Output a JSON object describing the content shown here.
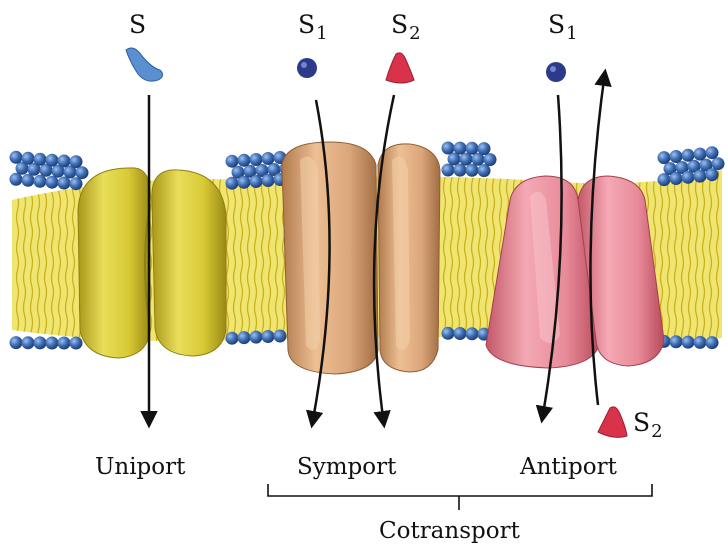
{
  "labels": {
    "uniport_substrate": "S",
    "symport_s1_main": "S",
    "symport_s1_sub": "1",
    "symport_s2_main": "S",
    "symport_s2_sub": "2",
    "antiport_s1_main": "S",
    "antiport_s1_sub": "1",
    "antiport_s2_main": "S",
    "antiport_s2_sub": "2"
  },
  "captions": {
    "uniport": "Uniport",
    "symport": "Symport",
    "antiport": "Antiport",
    "cotransport": "Cotransport"
  },
  "colors": {
    "membrane_head": "#3f6fb5",
    "lipid_tail": "#e8d640",
    "uniport_protein": "#d9cc3a",
    "symport_protein": "#d9a679",
    "antiport_protein": "#e58a98",
    "s1_particle": "#2c3a8c",
    "s2_particle": "#d8334b",
    "s_particle": "#5a8fd0"
  }
}
